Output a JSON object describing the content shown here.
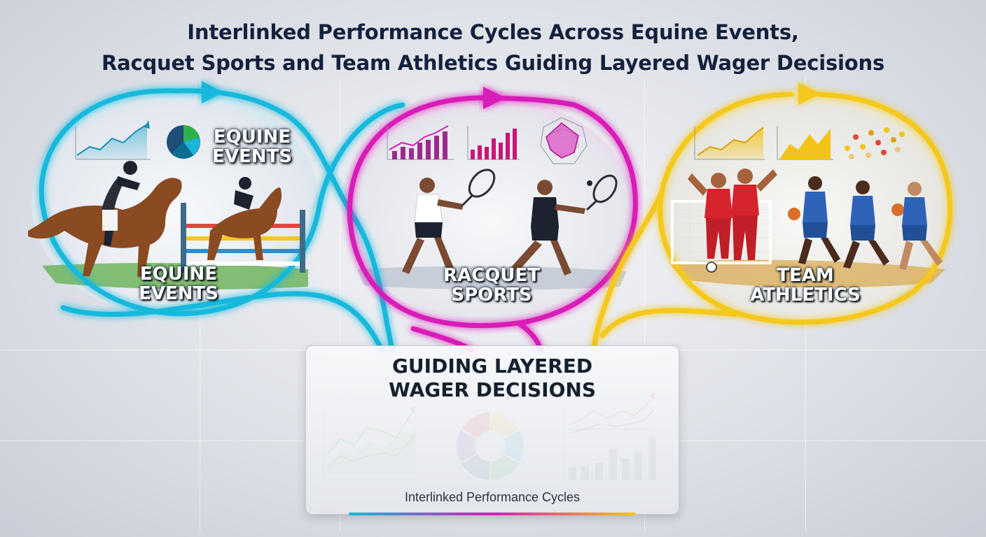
{
  "title": {
    "line1": "Interlinked Performance Cycles Across Equine Events,",
    "line2": "Racquet Sports and Team Athletics Guiding Layered Wager Decisions"
  },
  "colors": {
    "equine": "#18b9dc",
    "racquet": "#d81fb8",
    "team": "#f4c81c",
    "title": "#14213d"
  },
  "cycles": [
    {
      "id": "equine",
      "corner_label": {
        "line1": "EQUINE",
        "line2": "EVENTS"
      },
      "label": {
        "line1": "EQUINE",
        "line2": "EVENTS"
      },
      "icons": [
        "horse-rider-icon",
        "show-jump-icon",
        "pie-chart-icon",
        "line-chart-icon"
      ]
    },
    {
      "id": "racquet",
      "label": {
        "line1": "RACQUET",
        "line2": "SPORTS"
      },
      "icons": [
        "tennis-player-icon",
        "tennis-racquet-icon",
        "radar-chart-icon",
        "bar-chart-icon"
      ]
    },
    {
      "id": "team",
      "label": {
        "line1": "TEAM",
        "line2": "ATHLETICS"
      },
      "icons": [
        "soccer-player-icon",
        "basketball-player-icon",
        "goal-icon",
        "scatter-chart-icon"
      ]
    }
  ],
  "panel": {
    "title": {
      "line1": "GUIDING LAYERED",
      "line2": "WAGER DECISIONS"
    },
    "caption": "Interlinked Performance Cycles",
    "donut_colors": [
      "#f5c51c",
      "#1bb4d6",
      "#2db34a",
      "#1f4e79",
      "#6b3f98",
      "#d8262f"
    ]
  }
}
